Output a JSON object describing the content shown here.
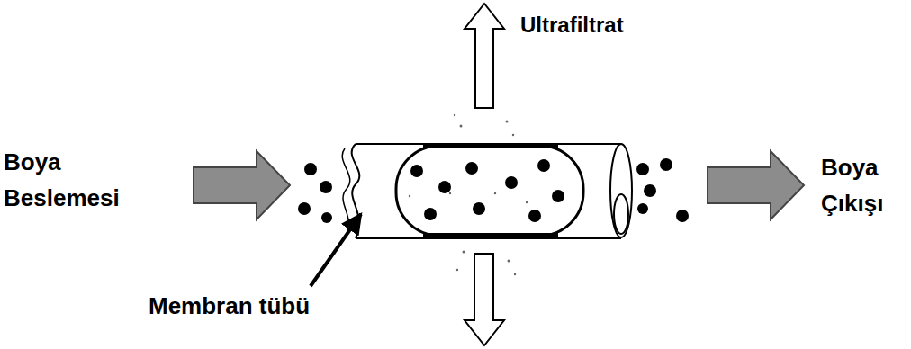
{
  "diagram": {
    "labels": [
      "Ultrafiltrat",
      "Boya Beslemesi",
      "Boya Çıkışı",
      "Membran tübü"
    ]
  }
}
